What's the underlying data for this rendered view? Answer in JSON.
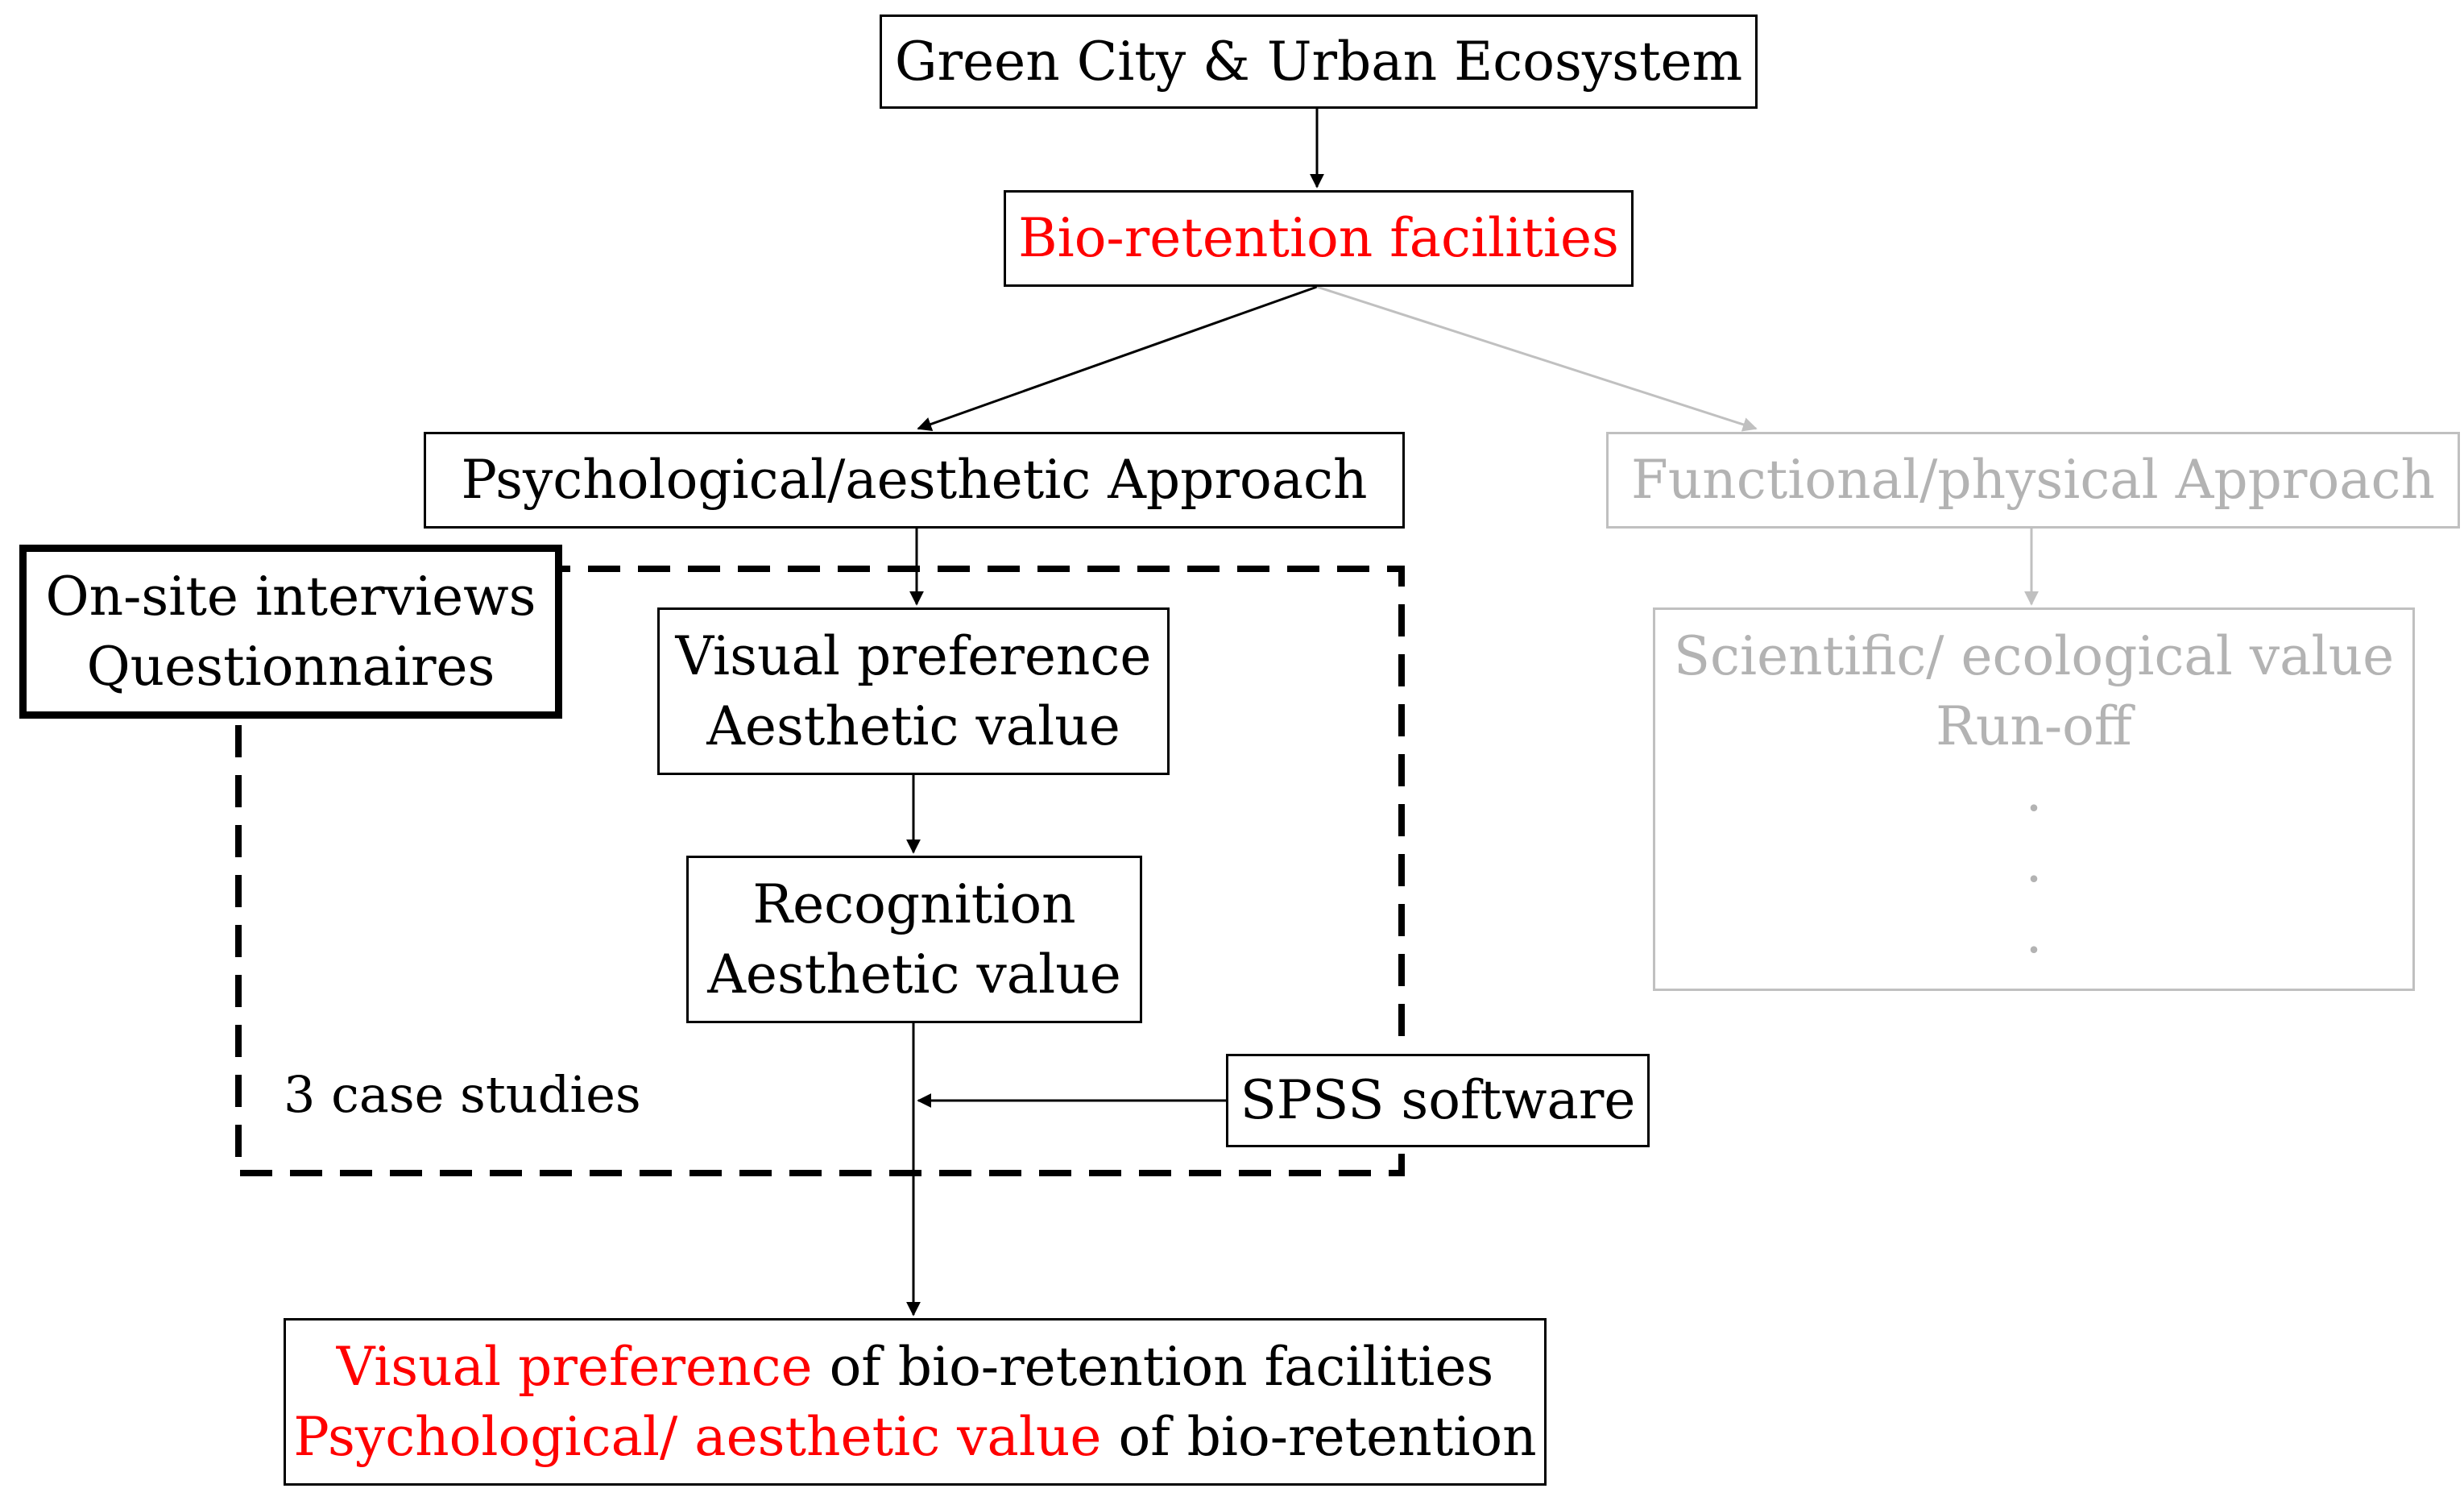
{
  "nodes": {
    "green_city": {
      "label": "Green City & Urban Ecosystem"
    },
    "bio_retention": {
      "label": "Bio-retention facilities"
    },
    "psych_approach": {
      "label": "Psychological/aesthetic Approach"
    },
    "func_approach": {
      "label": "Functional/physical Approach"
    },
    "onsite": {
      "line1": "On-site interviews",
      "line2": "Questionnaires"
    },
    "visual_pref": {
      "line1": "Visual preference",
      "line2": "Aesthetic value"
    },
    "recognition": {
      "line1": "Recognition",
      "line2": "Aesthetic value"
    },
    "scientific": {
      "line1": "Scientific/ ecological value",
      "line2": "Run-off",
      "dots": [
        ".",
        ".",
        "."
      ]
    },
    "spss": {
      "label": "SPSS software"
    },
    "case_studies": {
      "label": "3 case studies"
    },
    "result": {
      "line1_red": "Visual preference",
      "line1_black": " of bio-retention facilities",
      "line2_red": "Psychological/ aesthetic value",
      "line2_black": " of bio-retention"
    }
  },
  "colors": {
    "highlight": "#ff0000",
    "muted_text": "#b3b3b3",
    "muted_border": "#c0c0c0",
    "line": "#000000"
  }
}
